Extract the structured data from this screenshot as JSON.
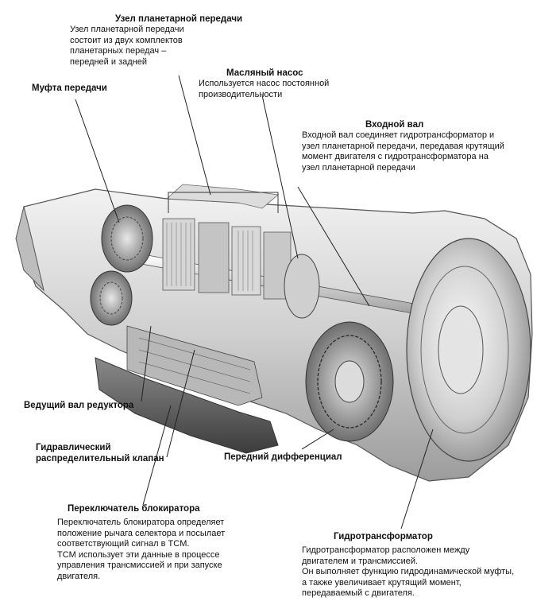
{
  "callouts": [
    {
      "id": "planetary",
      "title": "Узел планетарной передачи",
      "desc": "Узел планетарной передачи\nсостоит из двух комплектов\nпланетарных передач –\nпередней и задней"
    },
    {
      "id": "clutch",
      "title": "Муфта передачи",
      "desc": ""
    },
    {
      "id": "oil-pump",
      "title": "Масляный насос",
      "desc": "Используется насос постоянной\nпроизводительности"
    },
    {
      "id": "input-shaft",
      "title": "Входной вал",
      "desc": "Входной вал соединяет гидротрансформатор и\nузел планетарной передачи, передавая крутящий\nмомент двигателя с гидротрансформатора на\nузел планетарной передачи"
    },
    {
      "id": "drive-shaft",
      "title": "Ведущий вал редуктора",
      "desc": ""
    },
    {
      "id": "valve-body",
      "title": "Гидравлический\nраспределительный клапан",
      "desc": ""
    },
    {
      "id": "front-diff",
      "title": "Передний дифференциал",
      "desc": ""
    },
    {
      "id": "inhibitor",
      "title": "Переключатель блокиратора",
      "desc": "Переключатель блокиратора определяет\nположение рычага селектора и посылает\nсоответствующий сигнал в TCM.\nTCM использует эти данные в процессе\nуправления трансмиссией и при запуске\nдвигателя."
    },
    {
      "id": "converter",
      "title": "Гидротрансформатор",
      "desc": "Гидротрансформатор расположен между\nдвигателем и трансмиссией.\nОн выполняет функцию гидродинамической муфты,\nа также увеличивает крутящий момент,\nпередаваемый с двигателя."
    }
  ]
}
